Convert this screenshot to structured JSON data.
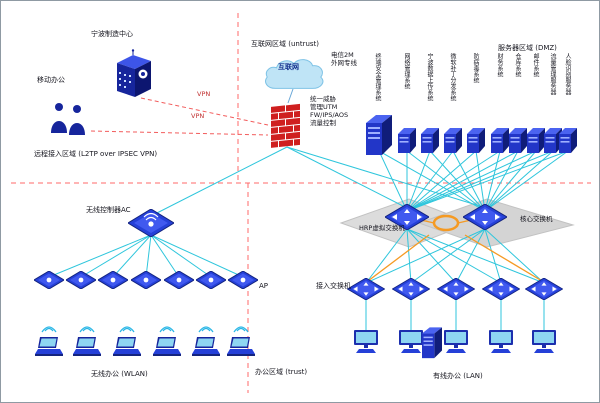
{
  "zones": {
    "internet": "互联网区域 (untrust)",
    "dmz": "服务器区域 (DMZ)",
    "remote": "远程接入区域 (L2TP over IPSEC VPN)",
    "trust": "办公区域 (trust)",
    "wlan": "无线办公 (WLAN)",
    "lan": "有线办公 (LAN)"
  },
  "nodes": {
    "hq": "宁波制造中心",
    "mobile_office": "移动办公",
    "internet_cloud": "互联网",
    "wan_link": "电信2M\n外网专线",
    "utm": "统一威胁\n管理UTM\nFW/IPS/AOS\n流量控制",
    "vpn_a": "VPN",
    "vpn_b": "VPN",
    "wireless_controller": "无线控制器AC",
    "ap": "AP",
    "hrp_switch": "HRP虚拟交换机",
    "core_switch": "核心交换机",
    "access_switch": "接入交换机"
  },
  "servers": [
    "终端安全管理系统",
    "网络管理系统",
    "宁波数据上传系统",
    "微软补丁分发系统",
    "防病毒系统",
    "财务系统",
    "仓库系统",
    "邮件系统",
    "流量管理服务器",
    "人脸识别服务器"
  ],
  "colors": {
    "link": "#2fc6dc",
    "uplink": "#f59a23",
    "zone_border": "#ff6a6a",
    "device": "#2236c8"
  }
}
